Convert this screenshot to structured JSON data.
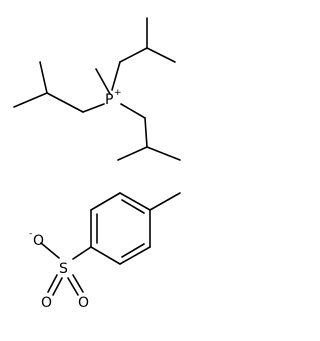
{
  "molecule": {
    "cation_label": "P",
    "cation_charge": "+",
    "anion_sulfur_label": "S",
    "anion_oxygen_charged_label": "O",
    "anion_oxygen_charge": "-",
    "anion_oxygen_a_label": "O",
    "anion_oxygen_b_label": "O"
  }
}
